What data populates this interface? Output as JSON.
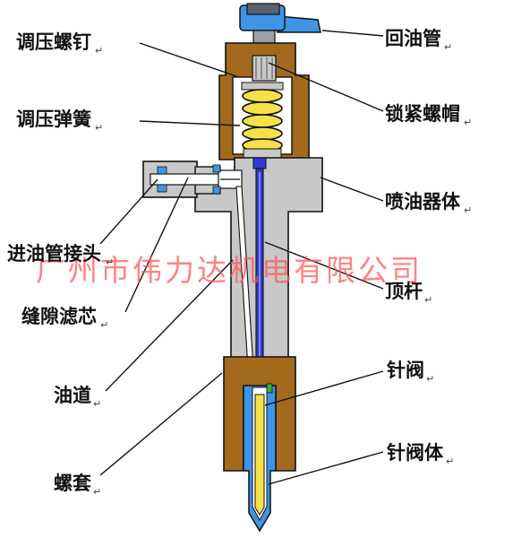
{
  "labels": {
    "adjust_screw": "调压螺钉",
    "return_pipe": "回油管",
    "adjust_spring": "调压弹簧",
    "lock_nut": "锁紧螺帽",
    "injector_body": "喷油器体",
    "inlet_connector": "进油管接头",
    "push_rod": "顶杆",
    "gap_filter": "缝隙滤芯",
    "oil_passage": "油道",
    "needle_valve": "针阀",
    "needle_valve_body": "针阀体",
    "sleeve_nut": "螺套"
  },
  "paragraph_mark": "↵",
  "watermark": "广州市伟力达机电有限公司",
  "colors": {
    "body": "#c8c8c8",
    "cap": "#a36a1e",
    "spring": "#f4e14a",
    "pipe": "#3e95e6",
    "rod": "#2e3ad8",
    "watermark": "#ff4a4a"
  }
}
